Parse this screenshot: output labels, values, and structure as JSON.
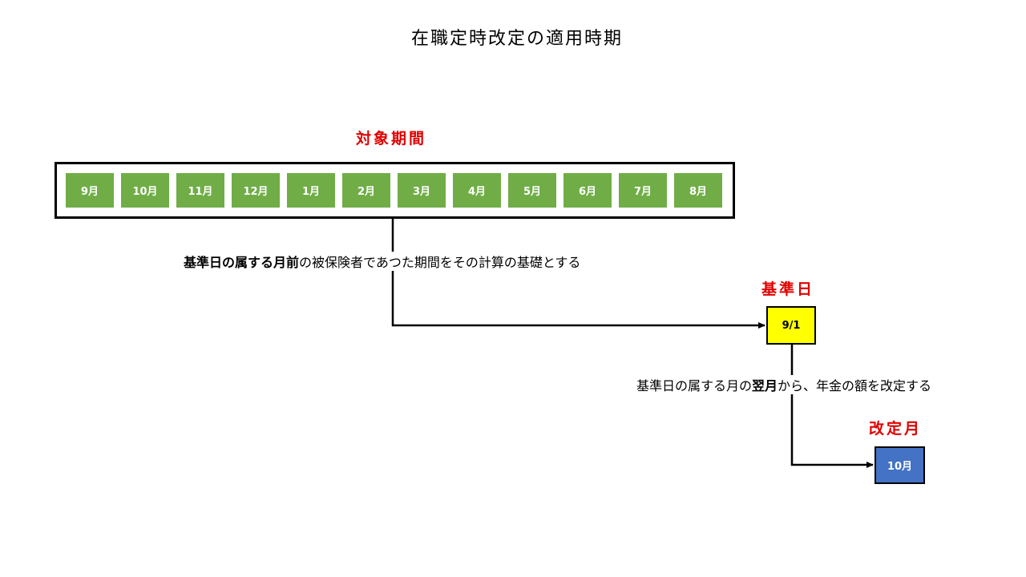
{
  "title": "在職定時改定の適用時期",
  "period": {
    "label": "対象期間",
    "months": [
      "9月",
      "10月",
      "11月",
      "12月",
      "1月",
      "2月",
      "3月",
      "4月",
      "5月",
      "6月",
      "7月",
      "8月"
    ],
    "month_color": "#70ad47"
  },
  "note1": {
    "bold": "基準日の属する月前",
    "rest": "の被保険者であつた期間をその計算の基礎とする"
  },
  "kijun": {
    "label": "基準日",
    "value": "9/1",
    "color": "#ffff00"
  },
  "note2": {
    "pre": "基準日の属する月の",
    "bold": "翌月",
    "post": "から、年金の額を改定する"
  },
  "kaitei": {
    "label": "改定月",
    "value": "10月",
    "color": "#4472c4"
  },
  "label_color": "#e00000"
}
